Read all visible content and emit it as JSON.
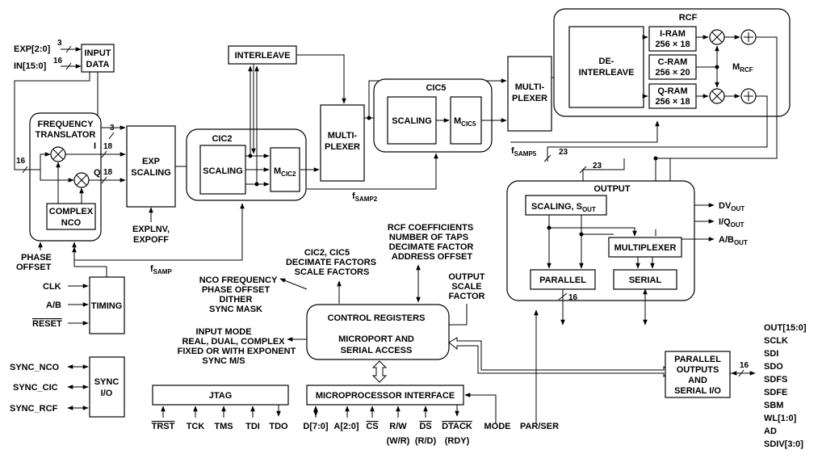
{
  "blocks": {
    "input_data": [
      "INPUT",
      "DATA"
    ],
    "interleave": "INTERLEAVE",
    "rcf": "RCF",
    "i_ram": [
      "I-RAM",
      "256 × 18"
    ],
    "c_ram": [
      "C-RAM",
      "256 × 20"
    ],
    "q_ram": [
      "Q-RAM",
      "256 × 18"
    ],
    "m_rcf": "M",
    "m_rcf_sub": "RCF",
    "deinterleave": [
      "DE-",
      "INTERLEAVE"
    ],
    "multiplexer_right": [
      "MULTI-",
      "PLEXER"
    ],
    "cic5": "CIC5",
    "cic5_scaling": "SCALING",
    "m_cic5": "M",
    "m_cic5_sub": "CIC5",
    "multiplexer_mid": [
      "MULTI-",
      "PLEXER"
    ],
    "freq_translator": [
      "FREQUENCY",
      "TRANSLATOR"
    ],
    "complex_nco": [
      "COMPLEX",
      "NCO"
    ],
    "exp_scaling": [
      "EXP",
      "SCALING"
    ],
    "cic2": "CIC2",
    "cic2_scaling": "SCALING",
    "m_cic2": "M",
    "m_cic2_sub": "CIC2",
    "output": "OUTPUT",
    "scaling_sout": "SCALING, S",
    "scaling_sout_sub": "OUT",
    "multiplexer_out": "MULTIPLEXER",
    "parallel": "PARALLEL",
    "serial": "SERIAL",
    "timing": "TIMING",
    "sync_io": [
      "SYNC",
      "I/O"
    ],
    "control_registers": "CONTROL REGISTERS",
    "microport": [
      "MICROPORT AND",
      "SERIAL ACCESS"
    ],
    "jtag": "JTAG",
    "microprocessor_interface": "MICROPROCESSOR INTERFACE",
    "parallel_outputs": [
      "PARALLEL",
      "OUTPUTS",
      "AND",
      "SERIAL I/O"
    ]
  },
  "signals": {
    "exp": "EXP[2:0]",
    "in": "IN[15:0]",
    "exp_width": "3",
    "in_width": "16",
    "w3": "3",
    "w16_left": "16",
    "i_label": "I",
    "q_label": "Q",
    "w18_i": "18",
    "w18_q": "18",
    "explnv": [
      "EXPLNV,",
      "EXPOFF"
    ],
    "phase_offset": [
      "PHASE",
      "OFFSET"
    ],
    "fsamp": "f",
    "fsamp_sub": "SAMP",
    "fsamp2": "f",
    "fsamp2_sub": "SAMP2",
    "fsamp5": "f",
    "fsamp5_sub": "SAMP5",
    "w23_a": "23",
    "w23_b": "23",
    "w16_par": "16",
    "w16_out": "16",
    "dv_out": "DV",
    "dv_out_sub": "OUT",
    "iq_out": "I/Q",
    "iq_out_sub": "OUT",
    "ab_out": "A/B",
    "ab_out_sub": "OUT",
    "clk": "CLK",
    "ab": "A/B",
    "reset": "RESET",
    "sync_nco": "SYNC_NCO",
    "sync_cic": "SYNC_CIC",
    "sync_rcf": "SYNC_RCF",
    "trst": "TRST",
    "tck": "TCK",
    "tms": "TMS",
    "tdi": "TDI",
    "tdo": "TDO",
    "d70": "D[7:0]",
    "a20": "A[2:0]",
    "cs": "CS",
    "rw": "R/W",
    "rw_alt": "(W/R)",
    "ds": "DS",
    "ds_alt": "(R/D)",
    "dtack": "DTACK",
    "dtack_alt": "(RDY)",
    "mode": "MODE",
    "parser": "PAR/SER"
  },
  "annotations": {
    "nco_freq": [
      "NCO FREQUENCY",
      "PHASE OFFSET",
      "DITHER",
      "SYNC MASK"
    ],
    "input_mode": [
      "INPUT MODE",
      "REAL, DUAL, COMPLEX",
      "FIXED OR WITH EXPONENT",
      "SYNC M/S"
    ],
    "cic_factors": [
      "CIC2, CIC5",
      "DECIMATE FACTORS",
      "SCALE FACTORS"
    ],
    "rcf_coeffs": [
      "RCF COEFFICIENTS",
      "NUMBER OF TAPS",
      "DECIMATE FACTOR",
      "ADDRESS OFFSET"
    ],
    "output_scale": [
      "OUTPUT",
      "SCALE",
      "FACTOR"
    ]
  },
  "output_pins": [
    "OUT[15:0]",
    "SCLK",
    "SDI",
    "SDO",
    "SDFS",
    "SDFE",
    "SBM",
    "WL[1:0]",
    "AD",
    "SDIV[3:0]"
  ]
}
